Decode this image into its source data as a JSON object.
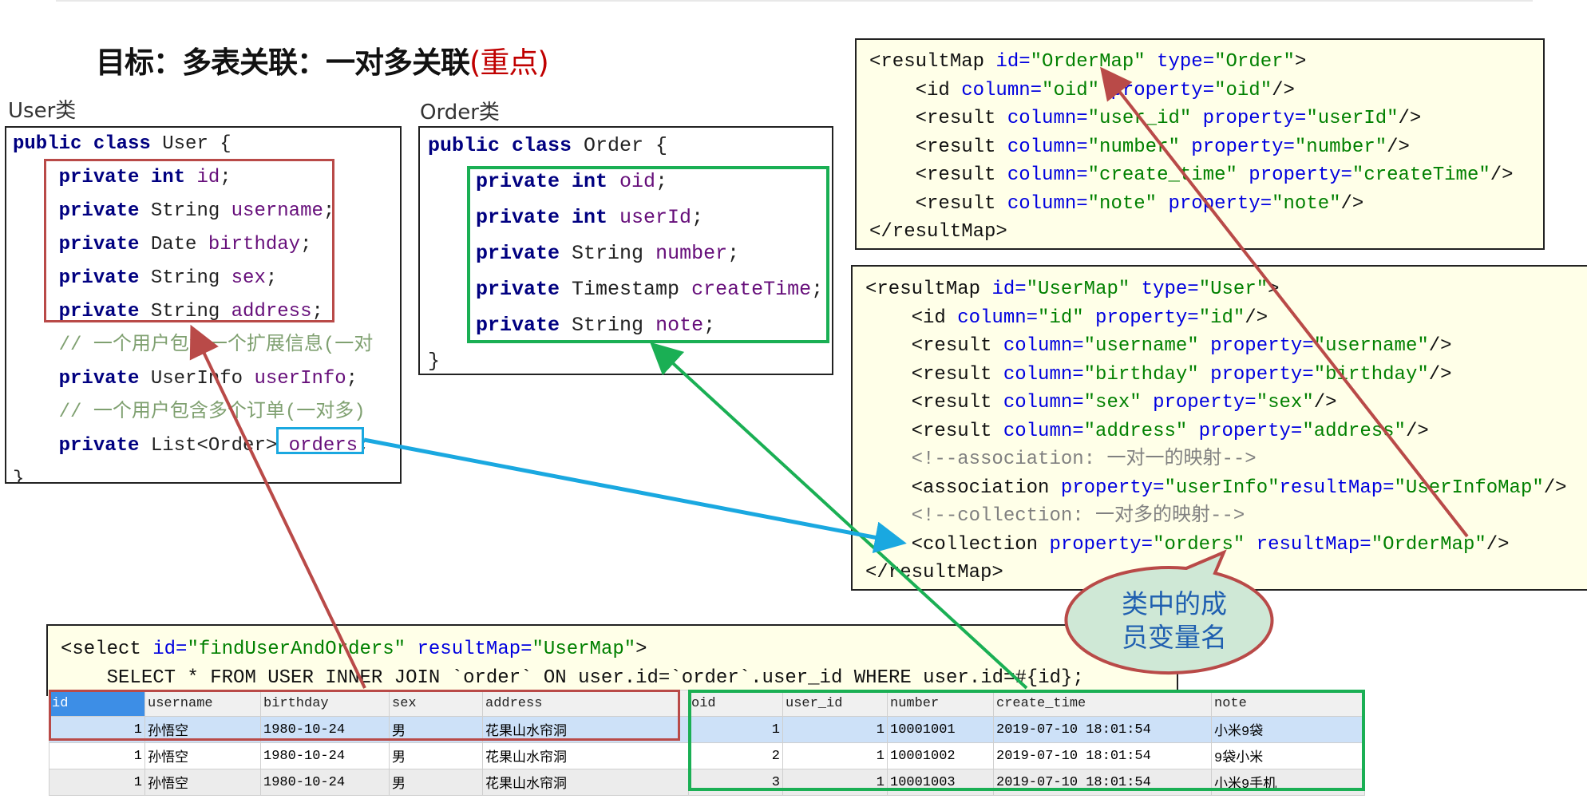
{
  "title": {
    "main": "目标：多表关联：一对多关联",
    "highlight": "(重点)"
  },
  "user_label": "User类",
  "order_label": "Order类",
  "user_class": {
    "lines": [
      [
        [
          "public class ",
          "kw"
        ],
        [
          "User {",
          "pl"
        ]
      ],
      [
        [
          "    private int ",
          "kw"
        ],
        [
          "id",
          "fd"
        ],
        [
          ";",
          "pl"
        ]
      ],
      [
        [
          "    private ",
          "kw"
        ],
        [
          "String ",
          "pl"
        ],
        [
          "username",
          "fd"
        ],
        [
          ";",
          "pl"
        ]
      ],
      [
        [
          "    private ",
          "kw"
        ],
        [
          "Date ",
          "pl"
        ],
        [
          "birthday",
          "fd"
        ],
        [
          ";",
          "pl"
        ]
      ],
      [
        [
          "    private ",
          "kw"
        ],
        [
          "String ",
          "pl"
        ],
        [
          "sex",
          "fd"
        ],
        [
          ";",
          "pl"
        ]
      ],
      [
        [
          "    private ",
          "kw"
        ],
        [
          "String ",
          "pl"
        ],
        [
          "address",
          "fd"
        ],
        [
          ";",
          "pl"
        ]
      ],
      [
        [
          "    // 一个用户包含一个扩展信息(一对",
          "cm"
        ]
      ],
      [
        [
          "    private ",
          "kw"
        ],
        [
          "UserInfo ",
          "pl"
        ],
        [
          "userInfo",
          "fd"
        ],
        [
          ";",
          "pl"
        ]
      ],
      [
        [
          "    // 一个用户包含多个订单(一对多)",
          "cm"
        ]
      ],
      [
        [
          "    private ",
          "kw"
        ],
        [
          "List<Order> ",
          "pl"
        ],
        [
          "orders",
          "fd"
        ],
        [
          ";",
          "pl"
        ]
      ],
      [
        [
          "}",
          "pl"
        ]
      ]
    ]
  },
  "order_class": {
    "lines": [
      [
        [
          "public class ",
          "kw"
        ],
        [
          "Order {",
          "pl"
        ]
      ],
      [
        [
          "    private int ",
          "kw"
        ],
        [
          "oid",
          "fd"
        ],
        [
          ";",
          "pl"
        ]
      ],
      [
        [
          "    private int ",
          "kw"
        ],
        [
          "userId",
          "fd"
        ],
        [
          ";",
          "pl"
        ]
      ],
      [
        [
          "    private ",
          "kw"
        ],
        [
          "String ",
          "pl"
        ],
        [
          "number",
          "fd"
        ],
        [
          ";",
          "pl"
        ]
      ],
      [
        [
          "    private ",
          "kw"
        ],
        [
          "Timestamp ",
          "pl"
        ],
        [
          "createTime",
          "fd"
        ],
        [
          ";",
          "pl"
        ]
      ],
      [
        [
          "    private ",
          "kw"
        ],
        [
          "String ",
          "pl"
        ],
        [
          "note",
          "fd"
        ],
        [
          ";",
          "pl"
        ]
      ],
      [
        [
          "}",
          "pl"
        ]
      ]
    ]
  },
  "order_map": {
    "lines": [
      [
        [
          "<resultMap ",
          "tg"
        ],
        [
          "id=",
          "at"
        ],
        [
          "\"OrderMap\"",
          "vl"
        ],
        [
          " type=",
          "at"
        ],
        [
          "\"Order\"",
          "vl"
        ],
        [
          ">",
          "tg"
        ]
      ],
      [
        [
          "    <id ",
          "tg"
        ],
        [
          "column=",
          "at"
        ],
        [
          "\"oid\"",
          "vl"
        ],
        [
          " property=",
          "at"
        ],
        [
          "\"oid\"",
          "vl"
        ],
        [
          "/>",
          "tg"
        ]
      ],
      [
        [
          "    <result ",
          "tg"
        ],
        [
          "column=",
          "at"
        ],
        [
          "\"user_id\"",
          "vl"
        ],
        [
          " property=",
          "at"
        ],
        [
          "\"userId\"",
          "vl"
        ],
        [
          "/>",
          "tg"
        ]
      ],
      [
        [
          "    <result ",
          "tg"
        ],
        [
          "column=",
          "at"
        ],
        [
          "\"number\"",
          "vl"
        ],
        [
          " property=",
          "at"
        ],
        [
          "\"number\"",
          "vl"
        ],
        [
          "/>",
          "tg"
        ]
      ],
      [
        [
          "    <result ",
          "tg"
        ],
        [
          "column=",
          "at"
        ],
        [
          "\"create_time\"",
          "vl"
        ],
        [
          " property=",
          "at"
        ],
        [
          "\"createTime\"",
          "vl"
        ],
        [
          "/>",
          "tg"
        ]
      ],
      [
        [
          "    <result ",
          "tg"
        ],
        [
          "column=",
          "at"
        ],
        [
          "\"note\"",
          "vl"
        ],
        [
          " property=",
          "at"
        ],
        [
          "\"note\"",
          "vl"
        ],
        [
          "/>",
          "tg"
        ]
      ],
      [
        [
          "</resultMap>",
          "tg"
        ]
      ]
    ]
  },
  "user_map": {
    "lines": [
      [
        [
          "<resultMap ",
          "tg"
        ],
        [
          "id=",
          "at"
        ],
        [
          "\"UserMap\"",
          "vl"
        ],
        [
          " type=",
          "at"
        ],
        [
          "\"User\"",
          "vl"
        ],
        [
          ">",
          "tg"
        ]
      ],
      [
        [
          "    <id ",
          "tg"
        ],
        [
          "column=",
          "at"
        ],
        [
          "\"id\"",
          "vl"
        ],
        [
          " property=",
          "at"
        ],
        [
          "\"id\"",
          "vl"
        ],
        [
          "/>",
          "tg"
        ]
      ],
      [
        [
          "    <result ",
          "tg"
        ],
        [
          "column=",
          "at"
        ],
        [
          "\"username\"",
          "vl"
        ],
        [
          " property=",
          "at"
        ],
        [
          "\"username\"",
          "vl"
        ],
        [
          "/>",
          "tg"
        ]
      ],
      [
        [
          "    <result ",
          "tg"
        ],
        [
          "column=",
          "at"
        ],
        [
          "\"birthday\"",
          "vl"
        ],
        [
          " property=",
          "at"
        ],
        [
          "\"birthday\"",
          "vl"
        ],
        [
          "/>",
          "tg"
        ]
      ],
      [
        [
          "    <result ",
          "tg"
        ],
        [
          "column=",
          "at"
        ],
        [
          "\"sex\"",
          "vl"
        ],
        [
          " property=",
          "at"
        ],
        [
          "\"sex\"",
          "vl"
        ],
        [
          "/>",
          "tg"
        ]
      ],
      [
        [
          "    <result ",
          "tg"
        ],
        [
          "column=",
          "at"
        ],
        [
          "\"address\"",
          "vl"
        ],
        [
          " property=",
          "at"
        ],
        [
          "\"address\"",
          "vl"
        ],
        [
          "/>",
          "tg"
        ]
      ],
      [
        [
          "    <!--association: 一对一的映射-->",
          "xc"
        ]
      ],
      [
        [
          "    <association ",
          "tg"
        ],
        [
          "property=",
          "at"
        ],
        [
          "\"userInfo\"",
          "vl"
        ],
        [
          "resultMap=",
          "at"
        ],
        [
          "\"UserInfoMap\"",
          "vl"
        ],
        [
          "/>",
          "tg"
        ]
      ],
      [
        [
          "    <!--collection: 一对多的映射-->",
          "xc"
        ]
      ],
      [
        [
          "    <collection ",
          "tg"
        ],
        [
          "property=",
          "at"
        ],
        [
          "\"orders\"",
          "vl"
        ],
        [
          " resultMap=",
          "at"
        ],
        [
          "\"OrderMap\"",
          "vl"
        ],
        [
          "/>",
          "tg"
        ]
      ],
      [
        [
          "</resultMap>",
          "tg"
        ]
      ]
    ]
  },
  "select_stmt": {
    "lines": [
      [
        [
          "<select ",
          "tg"
        ],
        [
          "id=",
          "at"
        ],
        [
          "\"findUserAndOrders\"",
          "vl"
        ],
        [
          " resultMap=",
          "at"
        ],
        [
          "\"UserMap\"",
          "vl"
        ],
        [
          ">",
          "tg"
        ]
      ],
      [
        [
          "    SELECT * FROM USER INNER JOIN `order` ON user.id=`order`.user_id WHERE user.id=#{id};",
          "tg"
        ]
      ]
    ]
  },
  "result_table": {
    "columns": [
      "id",
      "username",
      "birthday",
      "sex",
      "address",
      "oid",
      "user_id",
      "number",
      "create_time",
      "note"
    ],
    "rows": [
      [
        "1",
        "孙悟空",
        "1980-10-24",
        "男",
        "花果山水帘洞",
        "1",
        "1",
        "10001001",
        "2019-07-10 18:01:54",
        "小米9袋"
      ],
      [
        "1",
        "孙悟空",
        "1980-10-24",
        "男",
        "花果山水帘洞",
        "2",
        "1",
        "10001002",
        "2019-07-10 18:01:54",
        "9袋小米"
      ],
      [
        "1",
        "孙悟空",
        "1980-10-24",
        "男",
        "花果山水帘洞",
        "3",
        "1",
        "10001003",
        "2019-07-10 18:01:54",
        "小米9手机"
      ]
    ]
  },
  "callout": {
    "line1": "类中的成",
    "line2": "员变量名"
  },
  "colors": {
    "red": "#b94a48",
    "green": "#1aaf54",
    "blue": "#1aa8e0",
    "code_bg": "#ffffe8"
  }
}
